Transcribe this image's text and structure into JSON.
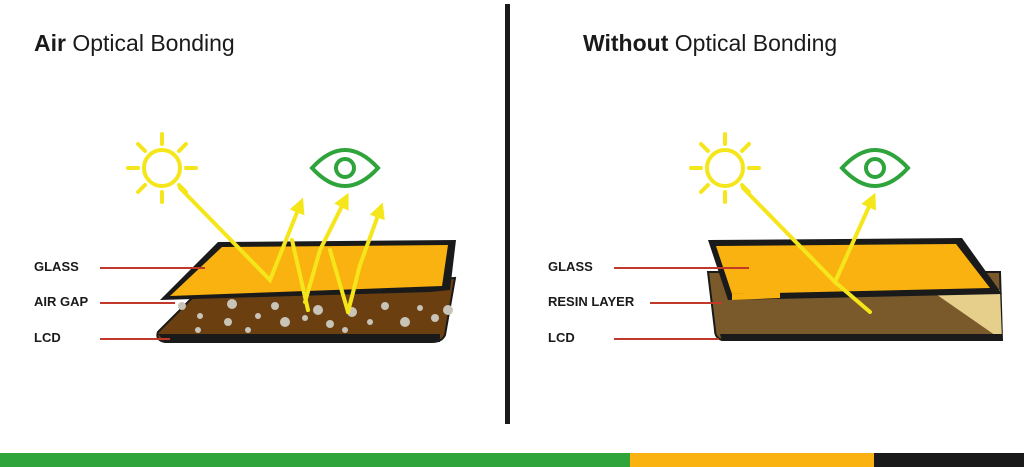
{
  "left_panel": {
    "title_bold": "Air",
    "title_rest": " Optical Bonding",
    "labels": {
      "glass": "GLASS",
      "air_gap": "AIR GAP",
      "lcd": "LCD"
    }
  },
  "right_panel": {
    "title_bold": "Without",
    "title_rest": " Optical Bonding",
    "labels": {
      "glass": "GLASS",
      "resin": "RESIN LAYER",
      "lcd": "LCD"
    }
  },
  "colors": {
    "sun": "#f5e61b",
    "eye": "#2ea43b",
    "glass": "#f9b20f",
    "lcd_brown": "#6b3f10",
    "resin": "#7a5a2a",
    "label_line": "#c0392b",
    "bar_green": "#2ea43b",
    "bar_orange": "#f9b20f",
    "bar_black": "#1a1a1a"
  },
  "icons": [
    "sun-icon",
    "eye-icon"
  ]
}
